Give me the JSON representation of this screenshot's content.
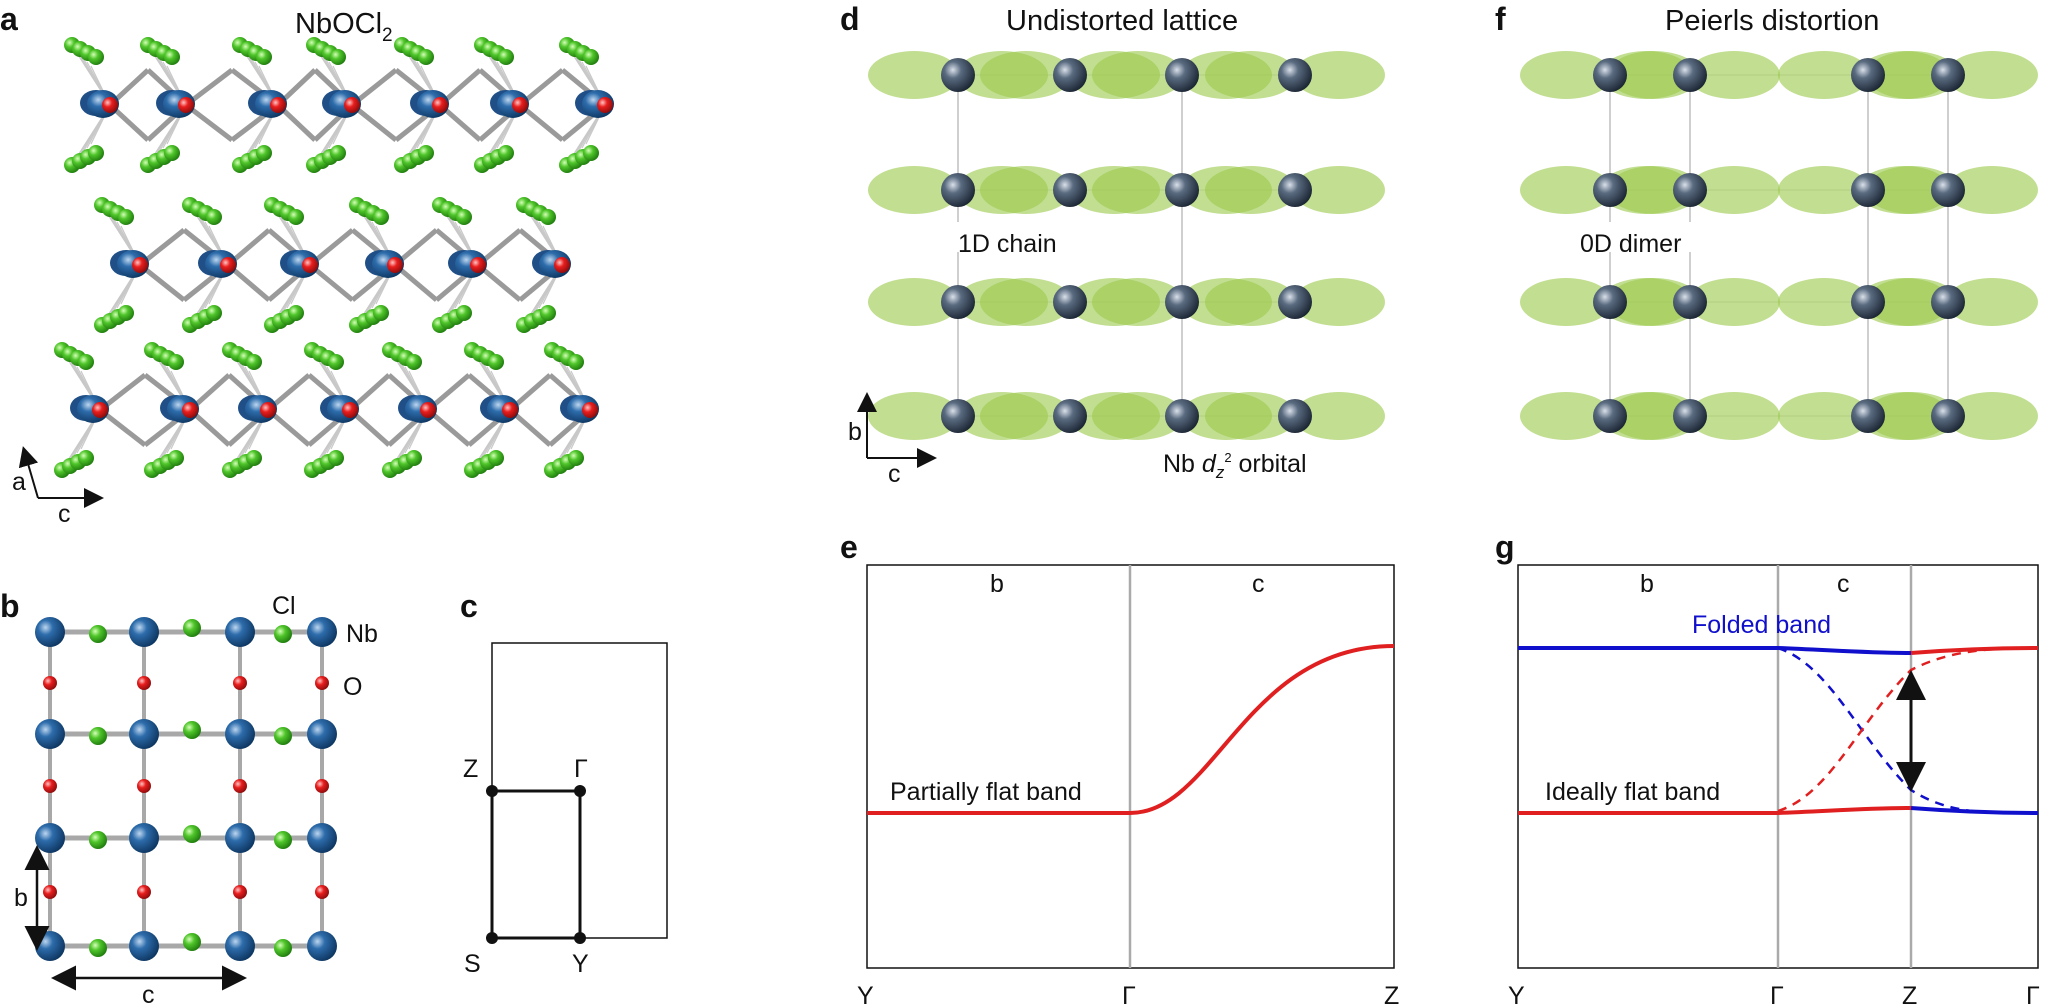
{
  "panels": {
    "a": {
      "label": "a",
      "title_main": "NbOCl",
      "title_sub": "2",
      "axis_a": "a",
      "axis_c": "c"
    },
    "b": {
      "label": "b",
      "cl": "Cl",
      "nb": "Nb",
      "o": "O",
      "dim_b": "b",
      "dim_c": "c"
    },
    "c": {
      "label": "c",
      "z": "Z",
      "gamma": "Γ",
      "s": "S",
      "y": "Y"
    },
    "d": {
      "label": "d",
      "title": "Undistorted lattice",
      "chain": "1D chain",
      "orbital_pre": "Nb ",
      "orbital_d": "d",
      "orbital_sub": "z",
      "orbital_sup": "2",
      "orbital_post": " orbital",
      "axis_b": "b",
      "axis_c": "c"
    },
    "f": {
      "label": "f",
      "title": "Peierls distortion",
      "dimer": "0D dimer"
    },
    "e": {
      "label": "e",
      "top_b": "b",
      "top_c": "c",
      "band_label": "Partially flat band",
      "x_ticks": [
        "Y",
        "Γ",
        "Z"
      ]
    },
    "g": {
      "label": "g",
      "top_b": "b",
      "top_c": "c",
      "folded_label": "Folded band",
      "flat_label": "Ideally flat band",
      "x_ticks": [
        "Y",
        "Γ",
        "Z",
        "Γ"
      ]
    }
  },
  "colors": {
    "red": "#e02020",
    "blue": "#1010cc",
    "orbital": "#9cc94e",
    "nb_atom": "#2a3d55",
    "cl_atom": "#49c21f",
    "o_atom": "#e0171b",
    "nb_blue": "#1c5d9c"
  }
}
